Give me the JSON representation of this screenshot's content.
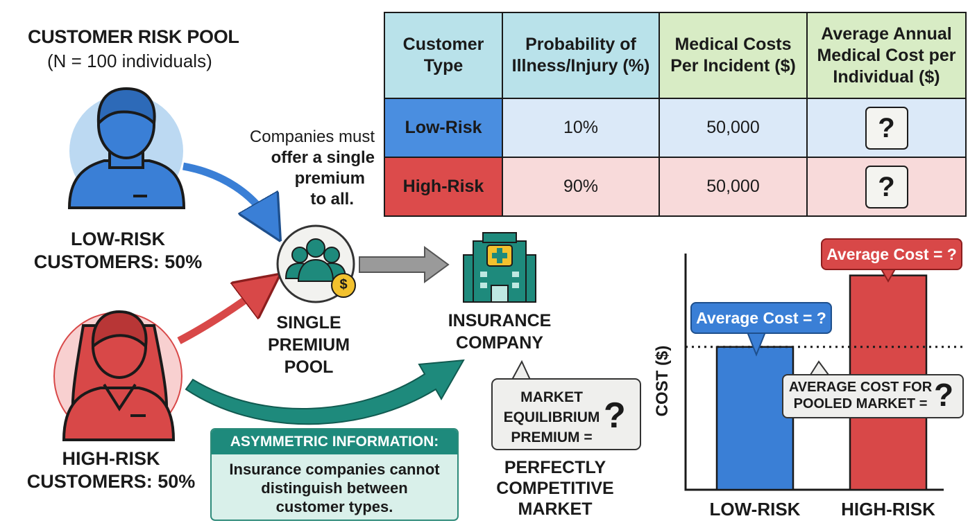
{
  "pool": {
    "title": "CUSTOMER RISK POOL",
    "subtitle": "(N = 100 individuals)",
    "low_risk_label_line1": "LOW-RISK",
    "low_risk_label_line2": "CUSTOMERS: 50%",
    "high_risk_label_line1": "HIGH-RISK",
    "high_risk_label_line2": "CUSTOMERS: 50%"
  },
  "note": {
    "line1": "Companies must",
    "line2": "offer a single",
    "line3": "premium",
    "line4": "to all."
  },
  "premium_pool": {
    "line1": "SINGLE",
    "line2": "PREMIUM",
    "line3": "POOL",
    "coin_symbol": "$"
  },
  "company": {
    "line1": "INSURANCE",
    "line2": "COMPANY"
  },
  "equilibrium": {
    "line1": "MARKET",
    "line2": "EQUILIBRIUM",
    "line3": "PREMIUM =",
    "question": "?"
  },
  "market": {
    "line1": "PERFECTLY",
    "line2": "COMPETITIVE",
    "line3": "MARKET"
  },
  "asymmetric": {
    "title": "ASYMMETRIC INFORMATION:",
    "line1": "Insurance companies cannot",
    "line2": "distinguish between",
    "line3": "customer types."
  },
  "table": {
    "headers": [
      {
        "line1": "Customer",
        "line2": "Type",
        "line3": ""
      },
      {
        "line1": "Probability of",
        "line2": "Illness/Injury (%)",
        "line3": ""
      },
      {
        "line1": "Medical Costs",
        "line2": "Per Incident ($)",
        "line3": ""
      },
      {
        "line1": "Average Annual",
        "line2": "Medical Cost per",
        "line3": "Individual ($)"
      }
    ],
    "rows": [
      {
        "type": "Low-Risk",
        "probability": "10%",
        "cost": "50,000",
        "average": "?"
      },
      {
        "type": "High-Risk",
        "probability": "90%",
        "cost": "50,000",
        "average": "?"
      }
    ],
    "colors": {
      "header_blue": "#b9e2ea",
      "header_green": "#d8ecc5",
      "low_type": "#4a8ee0",
      "low_row": "#dbe9f8",
      "high_type": "#dc4b4b",
      "high_row": "#f8dada"
    }
  },
  "chart_data": {
    "type": "bar",
    "categories": [
      "LOW-RISK",
      "HIGH-RISK"
    ],
    "values": [
      1,
      1.5
    ],
    "colors": [
      "#3a7fd6",
      "#d84848"
    ],
    "ylabel": "COST ($)",
    "xlabel": "",
    "title": "",
    "ylim": [
      0,
      1.6
    ],
    "pooled_average_line": 1,
    "callouts": {
      "low": "Average Cost = ?",
      "high": "Average Cost = ?",
      "pooled_line1": "AVERAGE COST FOR",
      "pooled_line2": "POOLED MARKET =",
      "pooled_question": "?"
    }
  }
}
